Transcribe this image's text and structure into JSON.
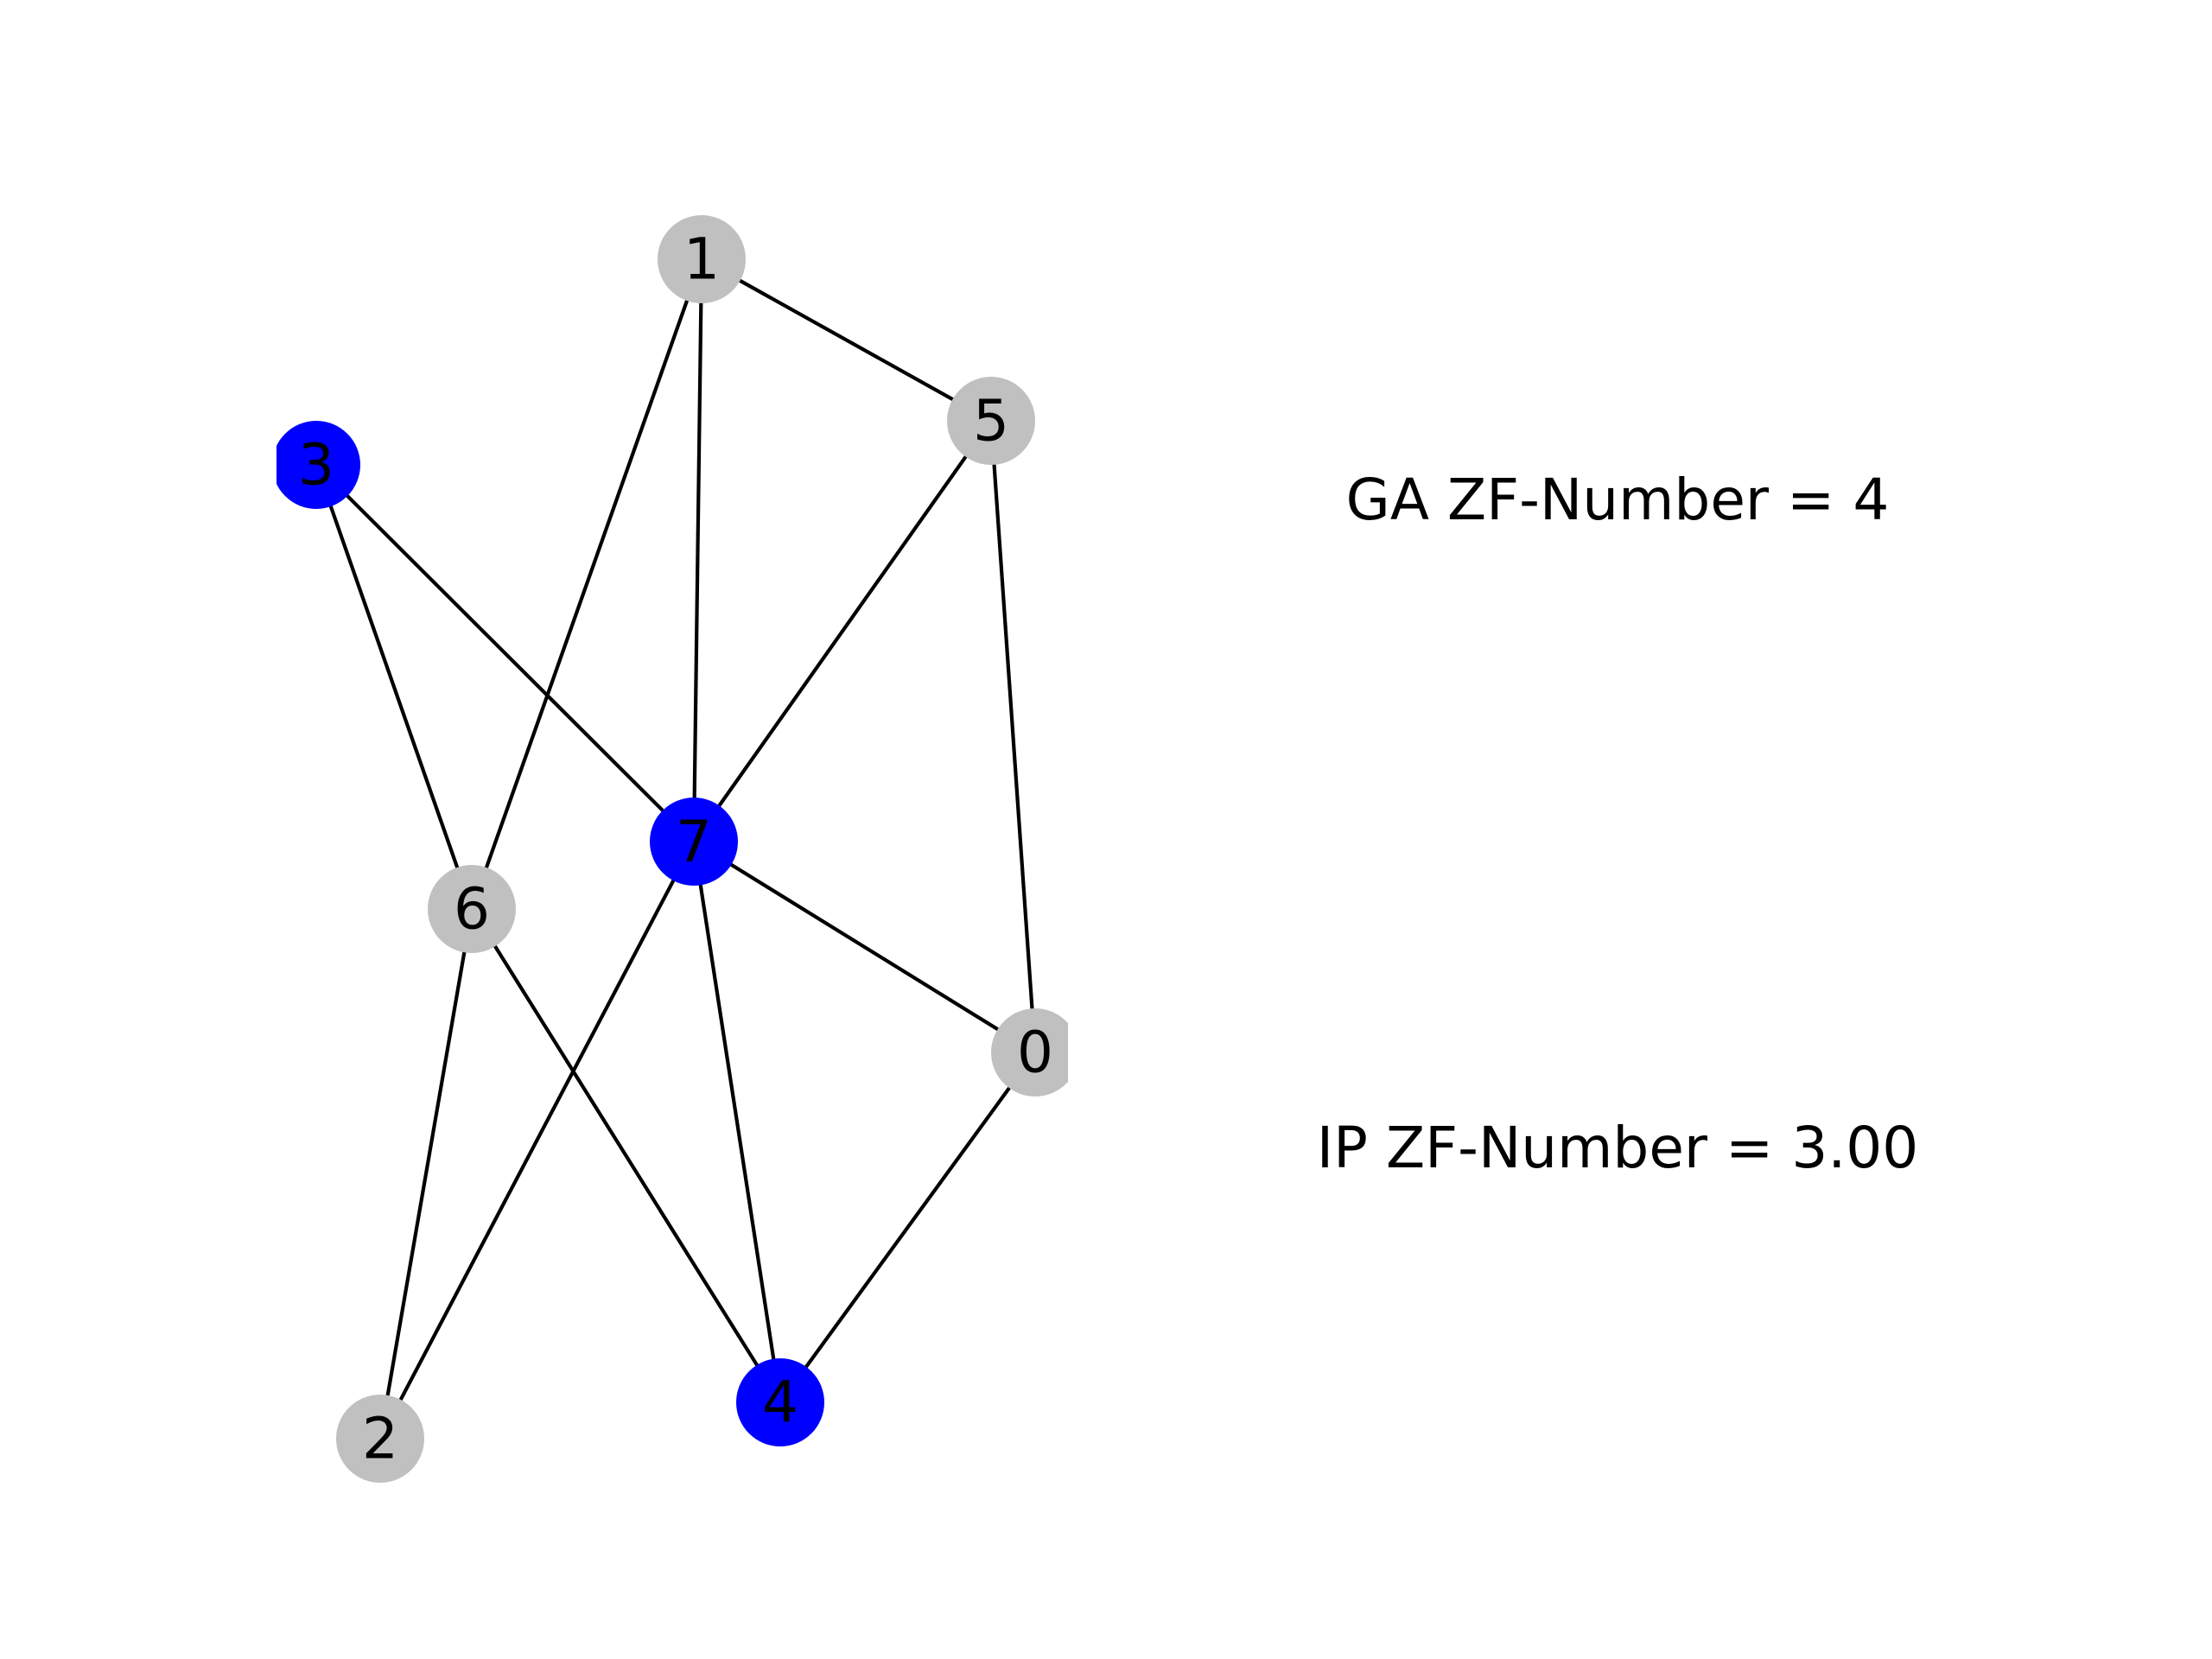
{
  "graph": {
    "nodes": [
      {
        "id": "0",
        "label": "0",
        "highlighted": false
      },
      {
        "id": "1",
        "label": "1",
        "highlighted": false
      },
      {
        "id": "2",
        "label": "2",
        "highlighted": false
      },
      {
        "id": "3",
        "label": "3",
        "highlighted": true
      },
      {
        "id": "4",
        "label": "4",
        "highlighted": true
      },
      {
        "id": "5",
        "label": "5",
        "highlighted": false
      },
      {
        "id": "6",
        "label": "6",
        "highlighted": false
      },
      {
        "id": "7",
        "label": "7",
        "highlighted": true
      }
    ],
    "edges": [
      [
        "1",
        "5"
      ],
      [
        "1",
        "7"
      ],
      [
        "1",
        "6"
      ],
      [
        "5",
        "7"
      ],
      [
        "5",
        "0"
      ],
      [
        "3",
        "7"
      ],
      [
        "3",
        "6"
      ],
      [
        "7",
        "0"
      ],
      [
        "7",
        "4"
      ],
      [
        "7",
        "2"
      ],
      [
        "6",
        "2"
      ],
      [
        "6",
        "4"
      ],
      [
        "0",
        "4"
      ]
    ]
  },
  "annotations": {
    "ga": "GA ZF-Number = 4",
    "ip": "IP ZF-Number = 3.00"
  },
  "colors": {
    "highlighted_node": "#0000ff",
    "default_node": "#c0c0c0",
    "edge": "#000000",
    "label": "#000000",
    "background": "#ffffff"
  }
}
